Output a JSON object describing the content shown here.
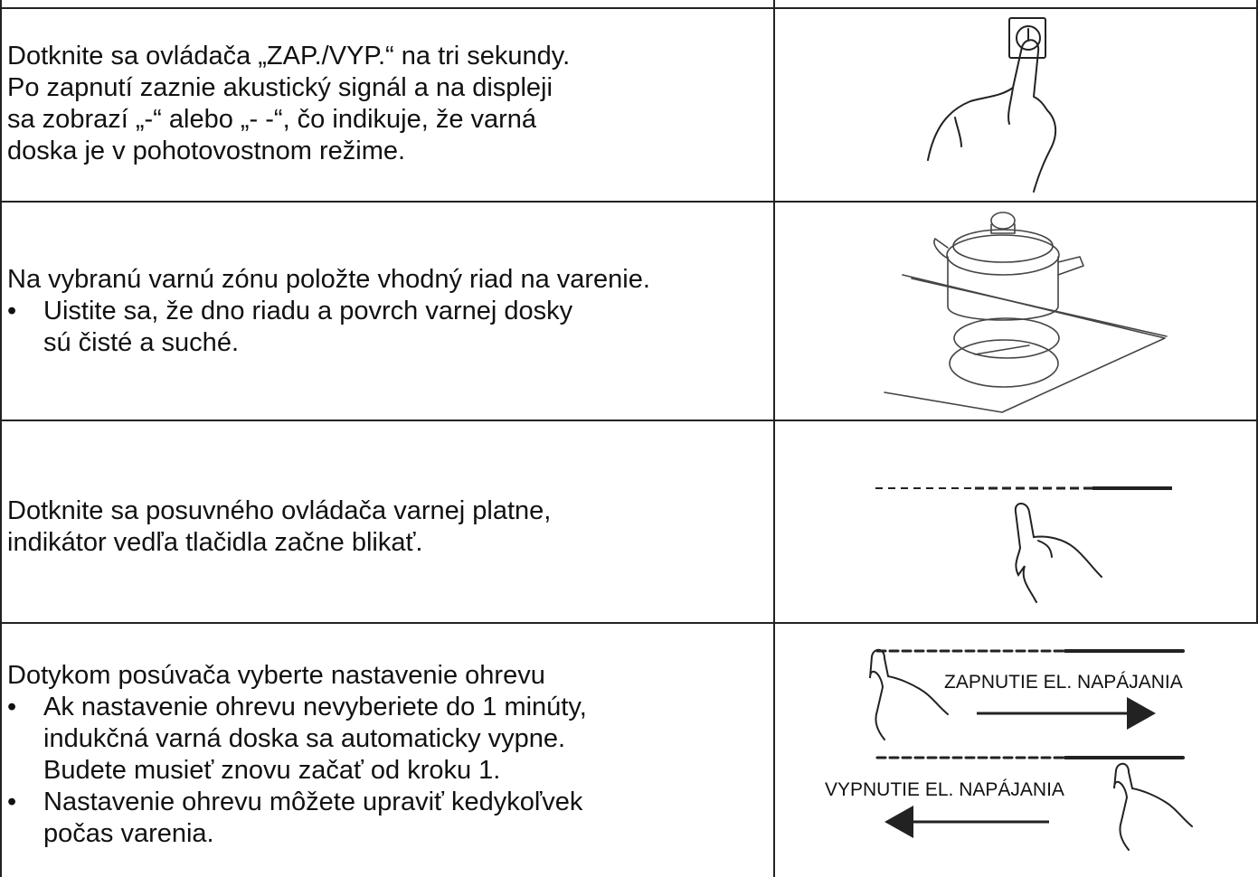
{
  "rows": [
    {
      "lines": [
        "Dotknite sa ovládača „ZAP./VYP.“ na tri sekundy.",
        "Po zapnutí zaznie akustický signál a na displeji",
        "sa zobrazí „-“ alebo „- -“, čo indikuje, že varná",
        "doska je v pohotovostnom režime."
      ],
      "illustration_icon": "hand-touching-power-button-icon"
    },
    {
      "intro": "Na vybranú varnú zónu položte vhodný riad na varenie.",
      "bullets": [
        [
          "Uistite sa, že dno riadu a povrch varnej dosky",
          "sú čisté a suché."
        ]
      ],
      "illustration_icon": "pot-on-cooktop-icon"
    },
    {
      "lines": [
        "Dotknite sa posuvného ovládača varnej platne,",
        "indikátor vedľa tlačidla začne blikať."
      ],
      "illustration_icon": "hand-touching-slider-icon"
    },
    {
      "intro": "Dotykom posúvača vyberte nastavenie ohrevu",
      "bullets": [
        [
          "Ak nastavenie ohrevu nevyberiete do 1 minúty,",
          "indukčná varná doska sa automaticky vypne.",
          "Budete musieť znovu začať od kroku 1."
        ],
        [
          "Nastavenie ohrevu môžete upraviť kedykoľvek",
          "počas varenia."
        ]
      ],
      "illustration_icon": "slider-swipe-arrows-icon",
      "power_on_label": "ZAPNUTIE EL. NAPÁJANIA",
      "power_off_label": "VYPNUTIE EL. NAPÁJANIA"
    }
  ],
  "bullet_symbol": "•"
}
